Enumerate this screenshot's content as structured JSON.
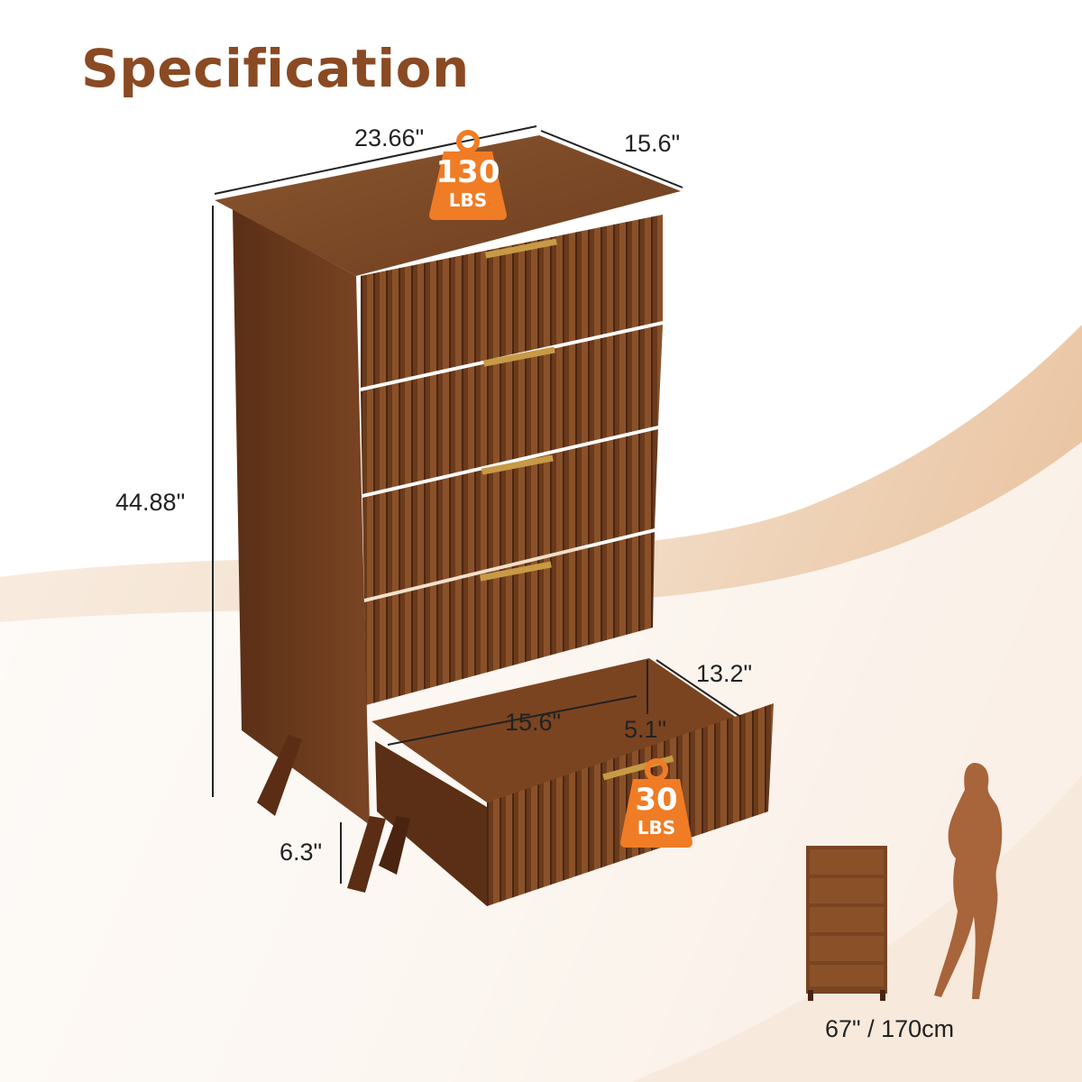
{
  "heading": "Specification",
  "dimensions": {
    "top_width": "23.66\"",
    "top_depth": "15.6\"",
    "height": "44.88\"",
    "leg_height": "6.3\"",
    "drawer_depth": "13.2\"",
    "drawer_width": "15.6\"",
    "drawer_height": "5.1\""
  },
  "weight_badges": {
    "top": {
      "value": "130",
      "unit": "LBS"
    },
    "drawer": {
      "value": "30",
      "unit": "LBS"
    }
  },
  "scale_reference": {
    "label": "67\" / 170cm"
  },
  "colors": {
    "heading": "#8a4a23",
    "badge": "#f07c25",
    "wood": "#6e3c1d",
    "silhouette": "#a8643a",
    "background_wave": "#f3dfcb"
  }
}
